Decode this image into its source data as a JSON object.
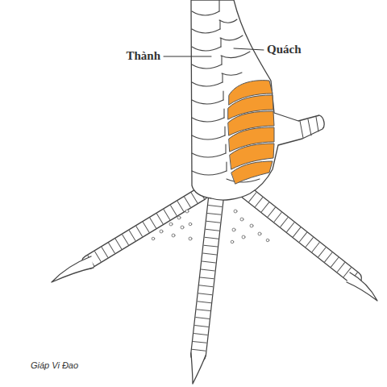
{
  "diagram": {
    "caption": "Giáp Vi Đao",
    "labels": [
      "Thành",
      "Quách"
    ]
  }
}
